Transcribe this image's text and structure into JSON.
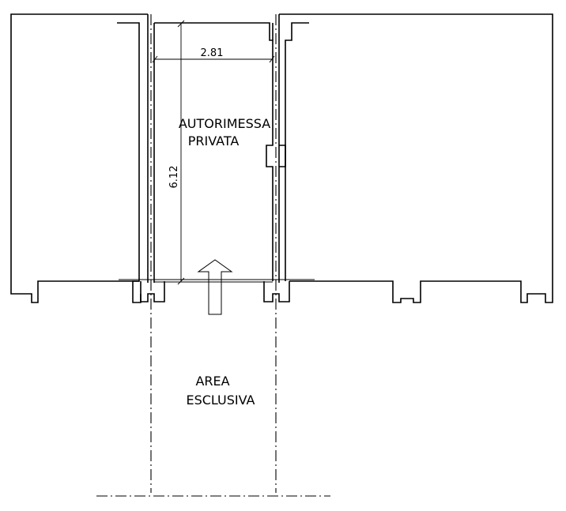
{
  "room": {
    "label_line1": "AUTORIMESSA",
    "label_line2": "PRIVATA"
  },
  "area": {
    "label_line1": "AREA",
    "label_line2": "ESCLUSIVA"
  },
  "dimensions": {
    "width": "2.81",
    "length": "6.12"
  },
  "entrance_arrow": "arrow-up-icon"
}
